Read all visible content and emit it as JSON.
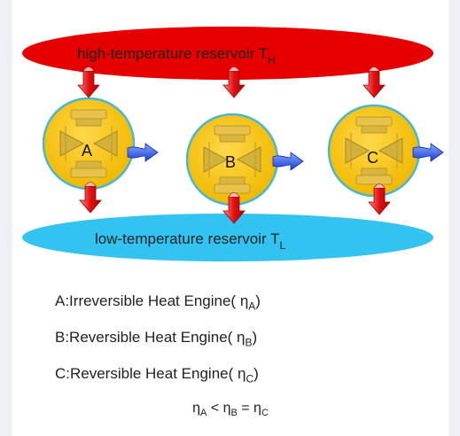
{
  "reservoirs": {
    "high": {
      "text": "high-temperature reservoir T",
      "sub": "H",
      "color": "#e60000"
    },
    "low": {
      "text": "low-temperature reservoir T",
      "sub": "L",
      "color": "#33c3f0"
    }
  },
  "engines": [
    {
      "letter": "A"
    },
    {
      "letter": "B"
    },
    {
      "letter": "C"
    }
  ],
  "legend": {
    "lineA": {
      "text": "A:Irreversible Heat Engine( η",
      "sub": "A",
      "close": ")"
    },
    "lineB": {
      "text": "B:Reversible Heat Engine( η",
      "sub": "B",
      "close": ")"
    },
    "lineC": {
      "text": "C:Reversible Heat Engine( η",
      "sub": "C",
      "close": ")"
    },
    "relation": {
      "eta": "η",
      "subA": "A",
      "lt": " < ",
      "subB": "B",
      "eq": " = ",
      "subC": "C"
    }
  },
  "colors": {
    "engine_fill": "#f5c518",
    "engine_border": "#48b8d0",
    "arrow_red": "#e01010",
    "arrow_blue": "#1a3fd6",
    "machine": "#c9b340"
  }
}
